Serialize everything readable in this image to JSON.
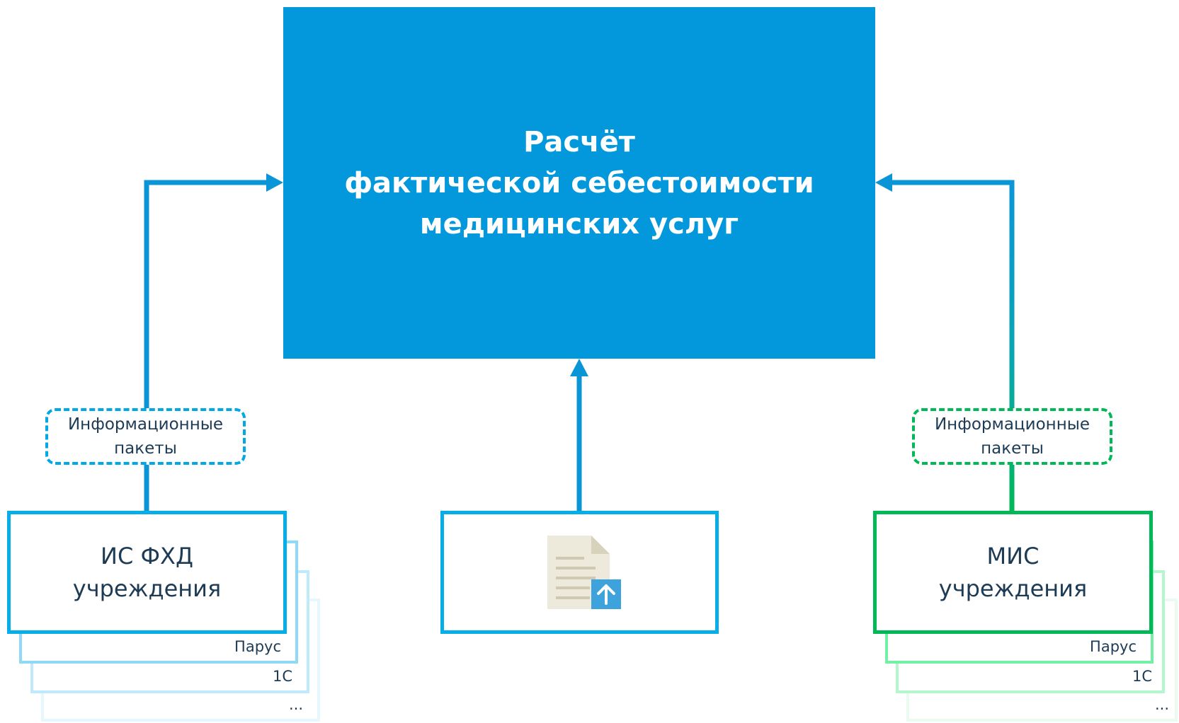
{
  "main": {
    "title_line1": "Расчёт",
    "title_line2": "фактической себестоимости",
    "title_line3": "медицинских услуг"
  },
  "left": {
    "packet_line1": "Информационные",
    "packet_line2": "пакеты",
    "system_line1": "ИС ФХД",
    "system_line2": "учреждения",
    "stack_labels": [
      "Парус",
      "1С",
      "..."
    ]
  },
  "right": {
    "packet_line1": "Информационные",
    "packet_line2": "пакеты",
    "system_line1": "МИС",
    "system_line2": "учреждения",
    "stack_labels": [
      "Парус",
      "1С",
      "..."
    ]
  },
  "center": {
    "icon": "document-upload-icon"
  },
  "colors": {
    "main_fill": "#0398db",
    "arrow_blue": "#0a96d6",
    "left_border": "#06aee8",
    "right_border": "#00b856"
  }
}
